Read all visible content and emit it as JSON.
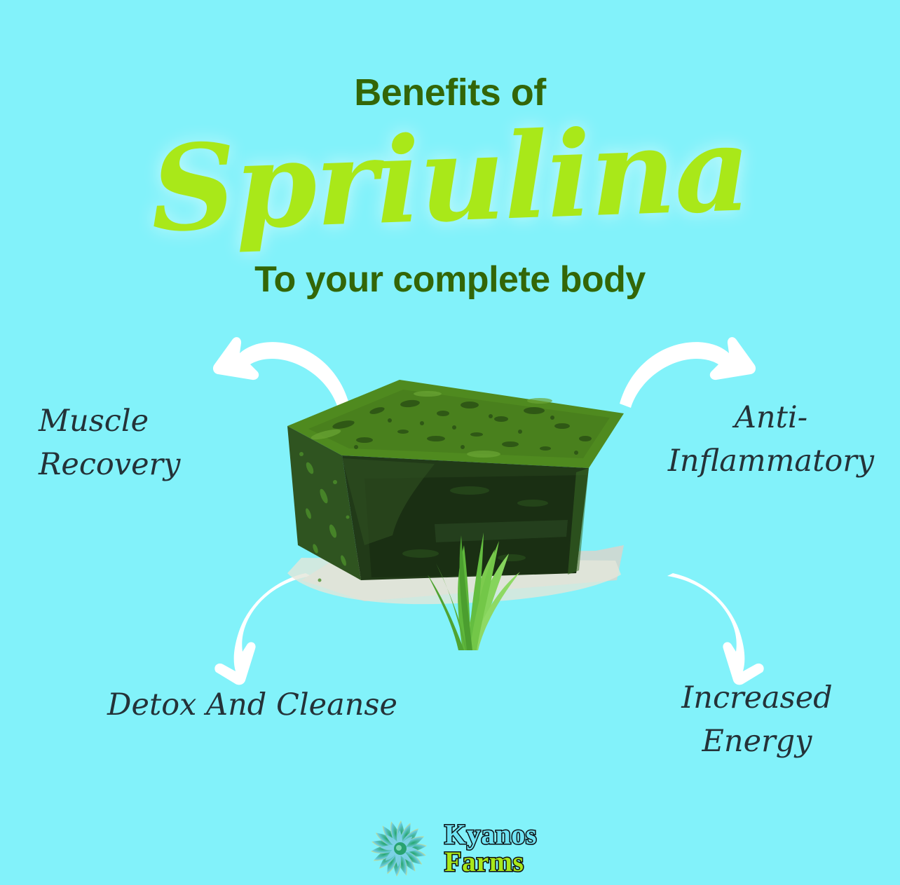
{
  "poster": {
    "background_color": "#82f2fa",
    "heading_line1": "Benefits of",
    "heading_title": "Spriulina",
    "heading_subtitle": "To your complete body",
    "heading_color": "#336607",
    "title_color": "#a9e819"
  },
  "benefits": [
    {
      "id": "muscle-recovery",
      "label": "Muscle Recovery",
      "position": "top-left"
    },
    {
      "id": "anti-inflammatory",
      "label": "Anti-\nInflammatory",
      "position": "top-right"
    },
    {
      "id": "detox-and-cleanse",
      "label": "Detox And Cleanse",
      "position": "bottom-left"
    },
    {
      "id": "increased-energy",
      "label": "Increased\nEnergy",
      "position": "bottom-right"
    }
  ],
  "benefit_label_color": "#243238",
  "arrows": [
    {
      "id": "arrow-top-left",
      "direction": "up-left",
      "color": "#ffffff"
    },
    {
      "id": "arrow-top-right",
      "direction": "up-right",
      "color": "#ffffff"
    },
    {
      "id": "arrow-bottom-left",
      "direction": "down-left",
      "color": "#ffffff"
    },
    {
      "id": "arrow-bottom-right",
      "direction": "down-right",
      "color": "#ffffff"
    }
  ],
  "product": {
    "name": "spirulina-block",
    "description": "Dark green speckled spirulina block with algae blades",
    "top_color": "#4f8a1f",
    "front_color": "#213a18",
    "side_color": "#2f5420",
    "algae_color": "#6cc444"
  },
  "logo": {
    "mark": "spiral-mandala-icon",
    "word1": "Kyanos",
    "word2": "Farms",
    "word1_color": "#6fe4f4",
    "word2_color": "#a9e819",
    "outline_color": "#0b1014"
  }
}
